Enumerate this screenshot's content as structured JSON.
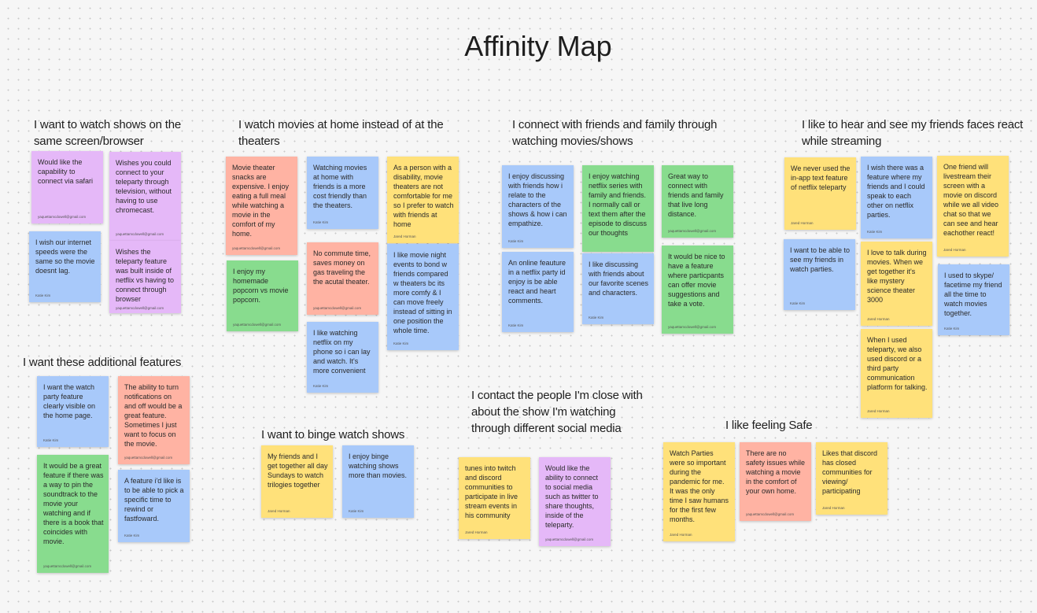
{
  "title": "Affinity Map",
  "colors": {
    "purple": "#e5b8f8",
    "blue": "#a8c9fa",
    "yellow": "#ffe17a",
    "green": "#88dc8e",
    "salmon": "#ffb3a3"
  },
  "groups": [
    {
      "heading": "I want to watch shows on the same screen/browser",
      "notes": [
        {
          "text": "Would like the capability to connect via safari",
          "author": "yaquettamcdowell@gmail.com",
          "color": "purple"
        },
        {
          "text": "Wishes you could connect to your teleparty through television, without having to use chromecast.",
          "author": "yaquettamcdowell@gmail.com",
          "color": "purple"
        },
        {
          "text": "I wish our internet speeds were the same so the movie doesnt lag.",
          "author": "Katie Kim",
          "color": "blue"
        },
        {
          "text": "Wishes the teleparty feature was built inside of netflix vs having to connect through browser",
          "author": "yaquettamcdowell@gmail.com",
          "color": "purple"
        }
      ]
    },
    {
      "heading": "I watch movies at home instead of at the theaters",
      "notes": [
        {
          "text": "Movie theater snacks are expensive. I enjoy eating a full meal while watching a movie in the comfort of my home.",
          "author": "yaquettamcdowell@gmail.com",
          "color": "salmon"
        },
        {
          "text": "I enjoy my homemade popcorn  vs movie popcorn.",
          "author": "yaquettamcdowell@gmail.com",
          "color": "green"
        },
        {
          "text": "Watching movies at home with friends is a more cost friendly than the theaters.",
          "author": "Katie Kim",
          "color": "blue"
        },
        {
          "text": "No commute time, saves money on gas traveling the the acutal theater.",
          "author": "yaquettamcdowell@gmail.com",
          "color": "salmon"
        },
        {
          "text": "I like watching netflix on my phone so i can lay and watch. It's more convenient",
          "author": "Katie Kim",
          "color": "blue"
        },
        {
          "text": "As a person with a disability, movie theaters are not comfortable for me so I prefer to watch with friends at home",
          "author": "Jared Horman",
          "color": "yellow"
        },
        {
          "text": "I like movie night events to bond w friends compared w theaters bc its more comfy & I can move freely instead of sitting in one position the whole time.",
          "author": "Katie Kim",
          "color": "blue"
        }
      ]
    },
    {
      "heading": "I connect with friends and family through watching movies/shows",
      "notes": [
        {
          "text": "I enjoy discussing with friends how i relate to the characters of the shows & how i can empathize.",
          "author": "Katie Kim",
          "color": "blue"
        },
        {
          "text": "I enjoy watching netflix series with family and friends. I normally call or text them after the episode to discuss our thoughts",
          "author": "",
          "color": "green"
        },
        {
          "text": "Great way to connect with friends and family that live long distance.",
          "author": "yaquettamcdowell@gmail.com",
          "color": "green"
        },
        {
          "text": "An online feauture in a netflix party id enjoy is be able react and heart comments.",
          "author": "Katie Kim",
          "color": "blue"
        },
        {
          "text": "I like discussing with friends about our favorite scenes and characters.",
          "author": "Katie Kim",
          "color": "blue"
        },
        {
          "text": "It would be nice to have a feature where particpants can offer movie suggestions and take a vote.",
          "author": "yaquettamcdowell@gmail.com",
          "color": "green"
        }
      ]
    },
    {
      "heading": "I like to hear and see my friends faces react while streaming",
      "notes": [
        {
          "text": "We never used the in-app text feature of netflix teleparty",
          "author": "Jared Horman",
          "color": "yellow"
        },
        {
          "text": "I wish there was a feature where my friends and I could speak to each other on netflix parties.",
          "author": "Katie Kim",
          "color": "blue"
        },
        {
          "text": "One friend will livestream their screen with a movie on discord while we all video chat so that we can see and hear eachother react!",
          "author": "Jared Horman",
          "color": "yellow"
        },
        {
          "text": "I want to be able to see my friends in watch parties.",
          "author": "Katie Kim",
          "color": "blue"
        },
        {
          "text": "I love to talk during movies. When we get together it's like mystery science theater 3000",
          "author": "Jared Horman",
          "color": "yellow"
        },
        {
          "text": "I used to skype/ facetime my friend all the time to watch movies together.",
          "author": "Katie Kim",
          "color": "blue"
        },
        {
          "text": "When I used teleparty, we also used discord or a third party communication platform for talking.",
          "author": "Jared Horman",
          "color": "yellow"
        }
      ]
    },
    {
      "heading": "I want these additional features",
      "notes": [
        {
          "text": "I want the watch party feature clearly visible on the home page.",
          "author": "Katie Kim",
          "color": "blue"
        },
        {
          "text": "The ability to turn notifications on and off would be a great feature. Sometimes I just want to focus on the movie.",
          "author": "yaquettamcdowell@gmail.com",
          "color": "salmon"
        },
        {
          "text": "It would be a great feature if there was a way to pin the soundtrack to the movie your watching and if there is a book that coincides with movie.",
          "author": "yaquettamcdowell@gmail.com",
          "color": "green"
        },
        {
          "text": "A feature i'd like is to be able to pick a specific time to rewind or fastfoward.",
          "author": "Katie Kim",
          "color": "blue"
        }
      ]
    },
    {
      "heading": "I want to binge watch shows",
      "notes": [
        {
          "text": "My friends and I get together all day Sundays to watch trilogies together",
          "author": "Jared Horman",
          "color": "yellow"
        },
        {
          "text": "I enjoy binge watching shows more than movies.",
          "author": "Katie Kim",
          "color": "blue"
        }
      ]
    },
    {
      "heading": "I contact the people I'm close with about the show I'm watching through different social media",
      "notes": [
        {
          "text": "tunes into twitch and discord communities  to participate in live stream events in his community",
          "author": "Jared Horman",
          "color": "yellow"
        },
        {
          "text": "Would like the ability to connect to social media such as twitter to share thoughts, inside of the teleparty.",
          "author": "yaquettamcdowell@gmail.com",
          "color": "purple"
        }
      ]
    },
    {
      "heading": "I like feeling Safe",
      "notes": [
        {
          "text": "Watch Parties were so important during the pandemic for me. It was the only time I saw humans for the first few months.",
          "author": "Jared Horman",
          "color": "yellow"
        },
        {
          "text": "There are no safety issues while watching a movie in the comfort of your own home.",
          "author": "yaquettamcdowell@gmail.com",
          "color": "salmon"
        },
        {
          "text": "Likes that discord has closed communities for viewing/ participating",
          "author": "Jared Horman",
          "color": "yellow"
        }
      ]
    }
  ]
}
